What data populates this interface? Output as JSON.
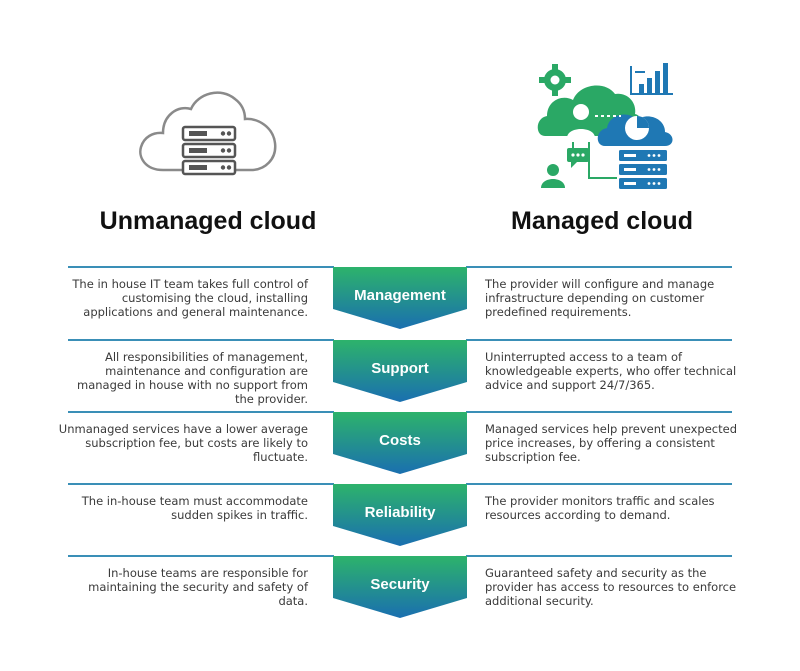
{
  "headings": {
    "left": "Unmanaged cloud",
    "right": "Managed cloud"
  },
  "colors": {
    "gradient_top": "#2db36b",
    "gradient_bottom": "#1a6fb0",
    "rule": "#3a8fb7",
    "icon_green": "#2aa865",
    "icon_blue": "#1f78b4"
  },
  "icons": {
    "left": "cloud-server-icon",
    "right": "managed-cloud-illustration-icon"
  },
  "rows": [
    {
      "label": "Management",
      "left": "The in house IT team takes full control of customising the cloud, installing applications and general maintenance.",
      "right": "The provider will configure and manage infrastructure depending on customer predefined requirements."
    },
    {
      "label": "Support",
      "left": "All responsibilities of management, maintenance and configuration are managed in house with no support from the provider.",
      "right": "Uninterrupted access to a team of knowledgeable experts, who offer technical advice and support 24/7/365."
    },
    {
      "label": "Costs",
      "left": "Unmanaged services have a lower average subscription fee, but costs are likely to fluctuate.",
      "right": "Managed services help prevent unexpected price increases, by offering a consistent subscription fee."
    },
    {
      "label": "Reliability",
      "left": "The in-house team must accommodate sudden spikes in traffic.",
      "right": "The provider monitors traffic and scales resources according to demand."
    },
    {
      "label": "Security",
      "left": "In-house teams are responsible for maintaining the security and safety of data.",
      "right": "Guaranteed safety and security as the provider has access to resources to enforce additional security."
    }
  ]
}
